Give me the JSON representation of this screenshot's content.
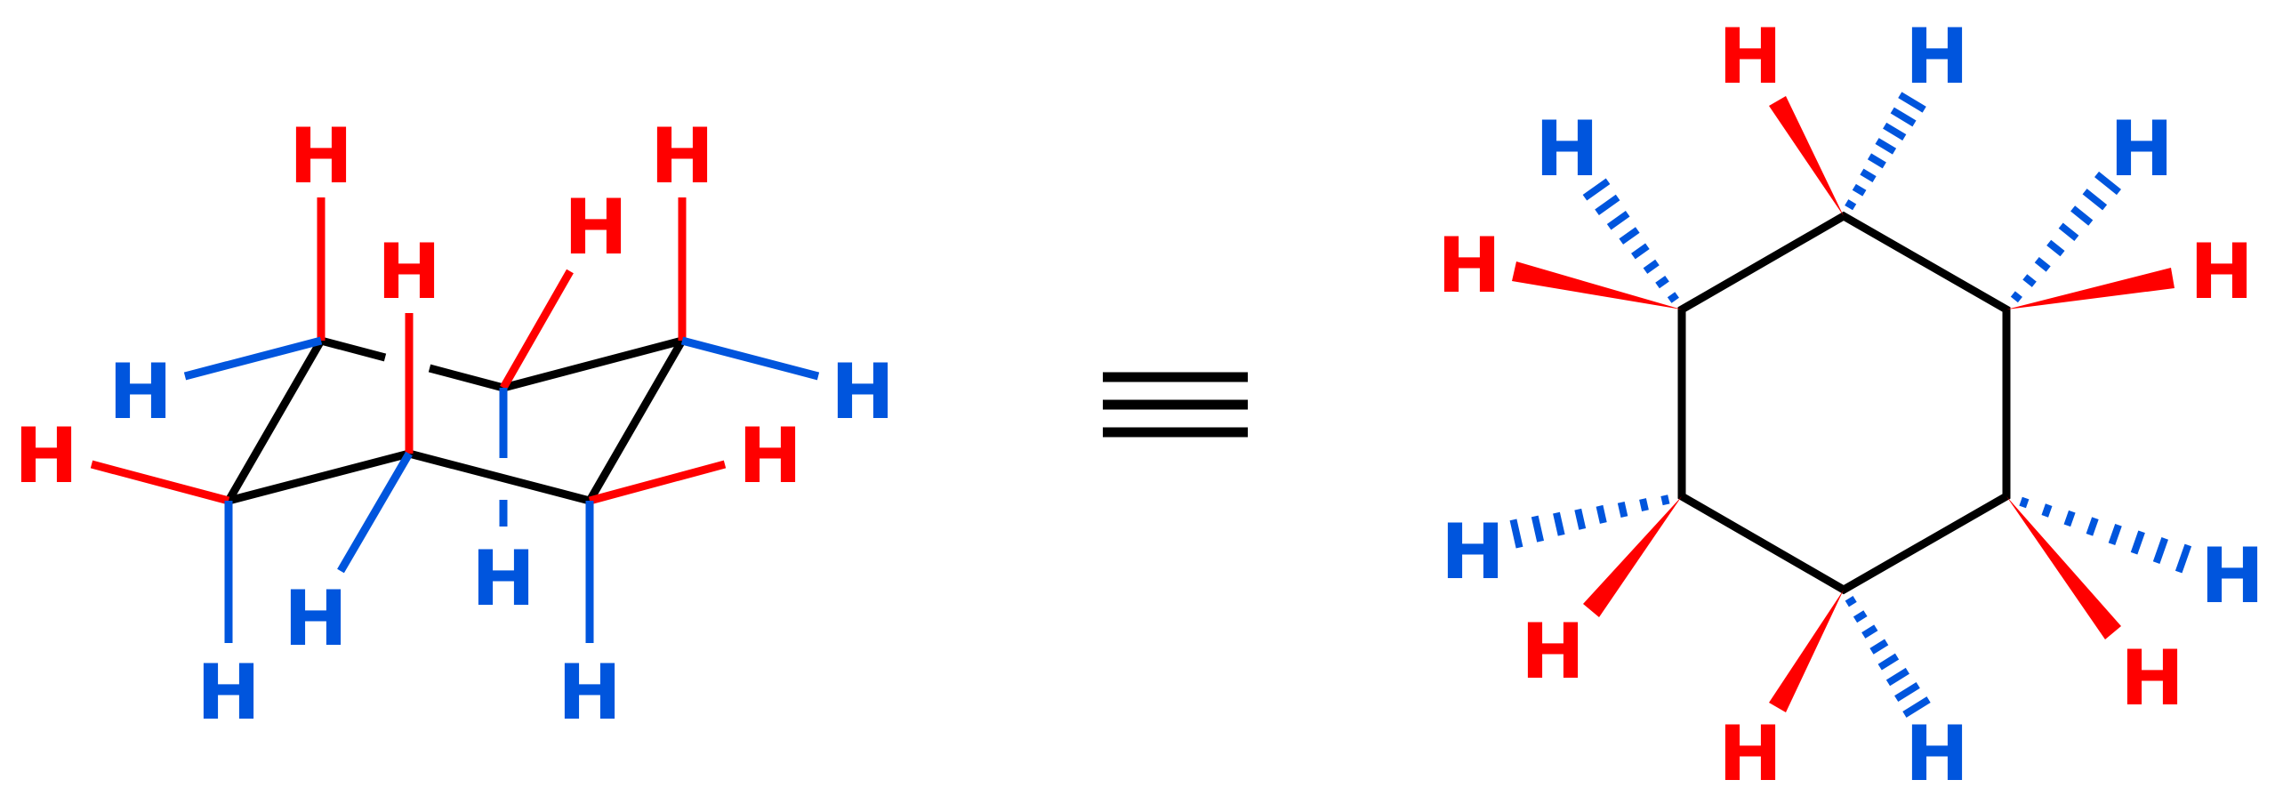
{
  "colors": {
    "ring": "#000000",
    "axial_up": "#ff0000",
    "equatorial": "#0055dd",
    "background": "#ffffff"
  },
  "equivalence_symbol": "≡",
  "chair": {
    "hydrogens": [
      {
        "id": "c1-axial",
        "label": "H",
        "color_key": "axial_up"
      },
      {
        "id": "c1-equatorial",
        "label": "H",
        "color_key": "equatorial"
      },
      {
        "id": "c2-axial",
        "label": "H",
        "color_key": "axial_up"
      },
      {
        "id": "c2-equatorial",
        "label": "H",
        "color_key": "equatorial"
      },
      {
        "id": "c3-axial",
        "label": "H",
        "color_key": "axial_up"
      },
      {
        "id": "c3-equatorial",
        "label": "H",
        "color_key": "equatorial"
      },
      {
        "id": "c4-axial",
        "label": "H",
        "color_key": "axial_up"
      },
      {
        "id": "c4-equatorial",
        "label": "H",
        "color_key": "equatorial"
      },
      {
        "id": "c5-axial",
        "label": "H",
        "color_key": "axial_up"
      },
      {
        "id": "c5-equatorial",
        "label": "H",
        "color_key": "equatorial"
      },
      {
        "id": "c6-axial",
        "label": "H",
        "color_key": "axial_up"
      },
      {
        "id": "c6-equatorial",
        "label": "H",
        "color_key": "equatorial"
      }
    ]
  },
  "hexagon": {
    "hydrogens": [
      {
        "id": "top-wedge",
        "label": "H",
        "color_key": "axial_up"
      },
      {
        "id": "top-dash",
        "label": "H",
        "color_key": "equatorial"
      },
      {
        "id": "upper-right-dash",
        "label": "H",
        "color_key": "equatorial"
      },
      {
        "id": "upper-right-wedge",
        "label": "H",
        "color_key": "axial_up"
      },
      {
        "id": "lower-right-dash",
        "label": "H",
        "color_key": "equatorial"
      },
      {
        "id": "lower-right-wedge",
        "label": "H",
        "color_key": "axial_up"
      },
      {
        "id": "bottom-wedge",
        "label": "H",
        "color_key": "axial_up"
      },
      {
        "id": "bottom-dash",
        "label": "H",
        "color_key": "equatorial"
      },
      {
        "id": "lower-left-wedge",
        "label": "H",
        "color_key": "axial_up"
      },
      {
        "id": "lower-left-dash",
        "label": "H",
        "color_key": "equatorial"
      },
      {
        "id": "upper-left-wedge",
        "label": "H",
        "color_key": "axial_up"
      },
      {
        "id": "upper-left-dash",
        "label": "H",
        "color_key": "equatorial"
      }
    ]
  }
}
